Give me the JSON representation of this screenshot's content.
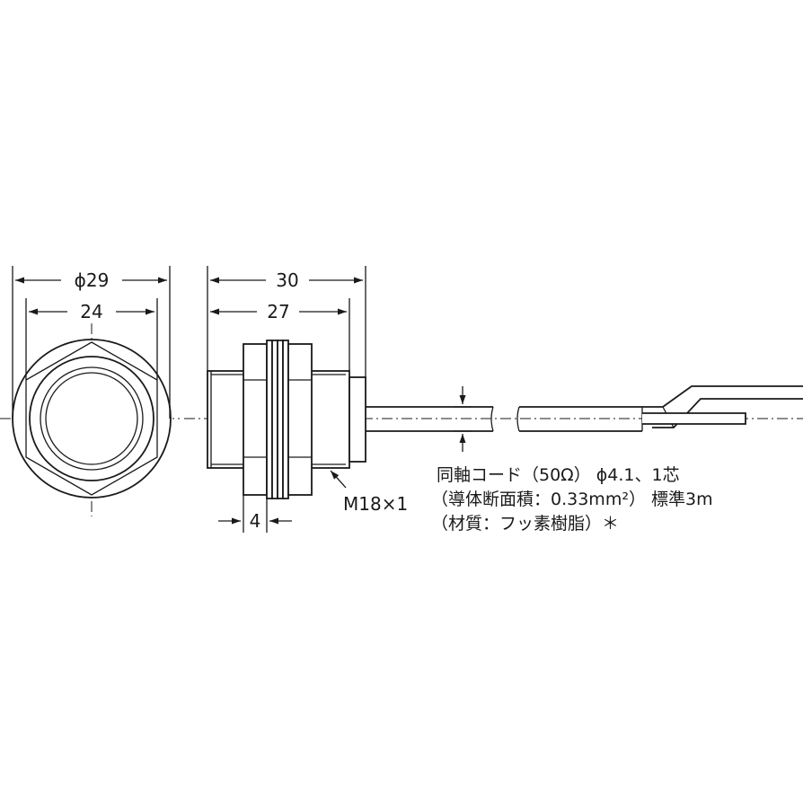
{
  "dimensions": {
    "phi_outer": "ϕ29",
    "width_24": "24",
    "length_30": "30",
    "length_27": "27",
    "thread": "M18×1",
    "nut_4": "4"
  },
  "cable_note": {
    "line1": "同軸コード（50Ω）  ϕ4.1、1芯",
    "line2": "（導体断面積：0.33mm²）  標準3m",
    "line3": "（材質：フッ素樹脂）＊"
  }
}
